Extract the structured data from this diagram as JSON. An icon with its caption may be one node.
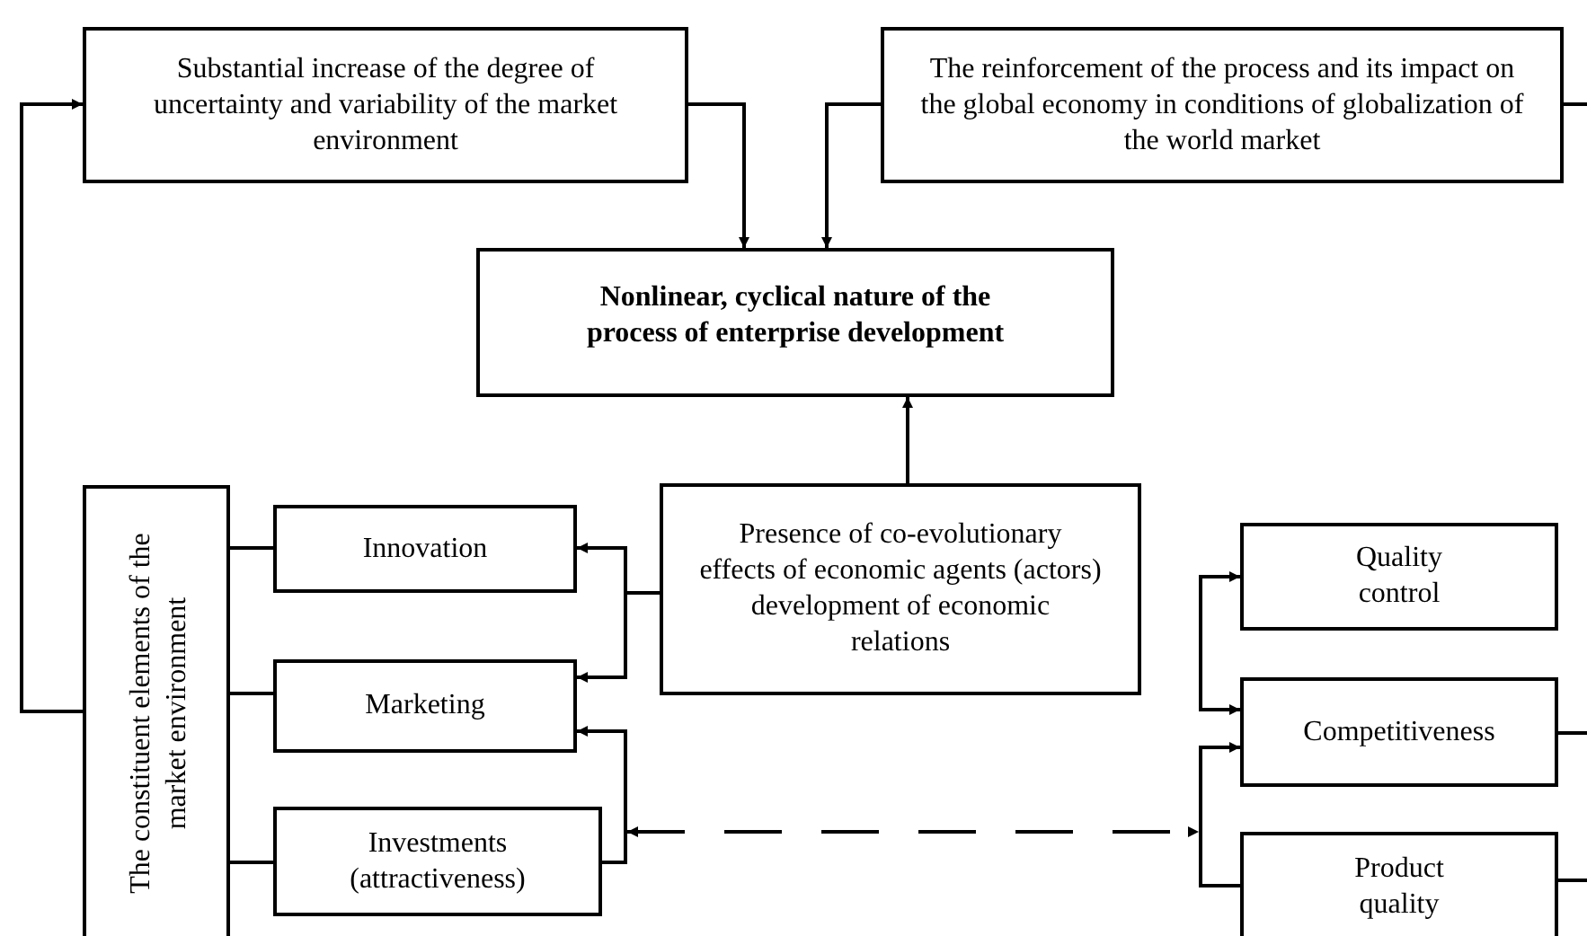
{
  "diagram": {
    "nodes": [
      {
        "text": [
          "Substantial increase of the degree of uncertainty and variability of the market environment"
        ]
      },
      {
        "text": [
          "The reinforcement of the process and its impact on the global economy in conditions of globalization of the world market"
        ]
      },
      {
        "text": [
          "Nonlinear, cyclical nature of the process of enterprise development"
        ]
      },
      {
        "text": [
          "The constituent elements of the market environment"
        ]
      },
      {
        "text": [
          "Innovation"
        ]
      },
      {
        "text": [
          "Marketing"
        ]
      },
      {
        "text": [
          "Investments (attractiveness)"
        ]
      },
      {
        "text": [
          "Presence of co-evolutionary effects of economic agents (actors) development of economic relations"
        ]
      },
      {
        "text": [
          "Quality control"
        ]
      },
      {
        "text": [
          "Competitiveness"
        ]
      },
      {
        "text": [
          "Product quality"
        ]
      }
    ],
    "edges": [
      {
        "from": 3,
        "to": 0,
        "arrow": "to"
      },
      {
        "from": 0,
        "to": 2,
        "arrow": "to"
      },
      {
        "from": 1,
        "to": 2,
        "arrow": "to"
      },
      {
        "from": 1,
        "to": null,
        "arrow": "none"
      },
      {
        "from": 7,
        "to": 2,
        "arrow": "to"
      },
      {
        "from": 7,
        "to": 4,
        "arrow": "to"
      },
      {
        "from": 7,
        "to": 5,
        "arrow": "to"
      },
      {
        "from": 3,
        "to": 4,
        "arrow": "none"
      },
      {
        "from": 3,
        "to": 5,
        "arrow": "none"
      },
      {
        "from": 3,
        "to": 6,
        "arrow": "none"
      },
      {
        "from": 6,
        "to": 5,
        "arrow": "to"
      },
      {
        "from": 6,
        "to": 10,
        "arrow": "both",
        "style": "dashed"
      },
      {
        "from": 9,
        "to": 8,
        "arrow": "both"
      },
      {
        "from": 10,
        "to": 9,
        "arrow": "to"
      },
      {
        "from": 9,
        "to": null,
        "arrow": "none"
      },
      {
        "from": 10,
        "to": null,
        "arrow": "none"
      }
    ]
  }
}
